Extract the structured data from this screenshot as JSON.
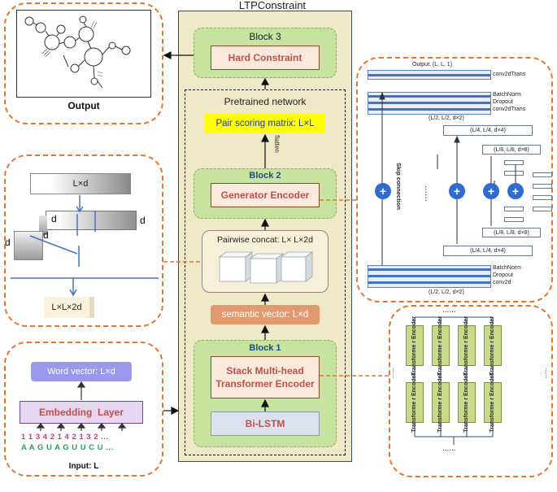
{
  "title": "LTPConstraint",
  "output_panel": {
    "label": "Output"
  },
  "block3": {
    "title": "Block 3",
    "inner": "Hard Constraint"
  },
  "pretrained": {
    "label": "Pretrained network"
  },
  "pair_matrix": {
    "label": "Pair scoring matrix: L×L"
  },
  "flatten": {
    "label": "flatten"
  },
  "block2": {
    "title": "Block 2",
    "inner": "Generator Encoder"
  },
  "pairwise": {
    "label": "Pairwise concat: L× L×2d"
  },
  "semantic": {
    "label": "semantic vector: L×d"
  },
  "block1": {
    "title": "Block 1",
    "inner": "Stack Multi-head\nTransformer Encoder",
    "inner_line1": "Stack Multi-head",
    "inner_line2": "Transformer Encoder",
    "bottom": "Bi-LSTM"
  },
  "input_panel": {
    "word_vector": "Word vector: L×d",
    "embedding": "Embedding  Layer",
    "row1": "1 1 3 4 2 1 4 2 1 3 2 ...",
    "row2": "A A G U A G U U C U ...",
    "input_label": "Input: L"
  },
  "concat_panel": {
    "top": "L×d",
    "d1": "d",
    "d2": "d",
    "d3": "d",
    "d4": "d",
    "bottom": "L×L×2d"
  },
  "unet_panel": {
    "output": "Output: (L, L, 1)",
    "conv2dtrans_top": "conv2dTrans",
    "batchnorm1": "BatchNorm",
    "dropout1": "Dropout",
    "conv2dtrans2": "conv2dTrans",
    "l2_top": "(L/2, L/2, d×2)",
    "l4_top": "(L/4, L/4, d×4)",
    "l8_top": "(L/8, L/8, d×8)",
    "l8_bot": "(L/8, L/8, d×8)",
    "l4_bot": "(L/4, L/4, d×4)",
    "batchnorm2": "BatchNorm",
    "dropout2": "Dropout",
    "conv2d": "conv2d",
    "l2_bot": "(L/2, L/2, d×2)",
    "skip": "Skip connection",
    "dots": "......",
    "plus": "+"
  },
  "transformer_panel": {
    "cell": "Transforme r Encoder",
    "cell_line1": "Transforme",
    "cell_line2": "r Encoder",
    "dots": "......",
    "side_dots": "......"
  }
}
